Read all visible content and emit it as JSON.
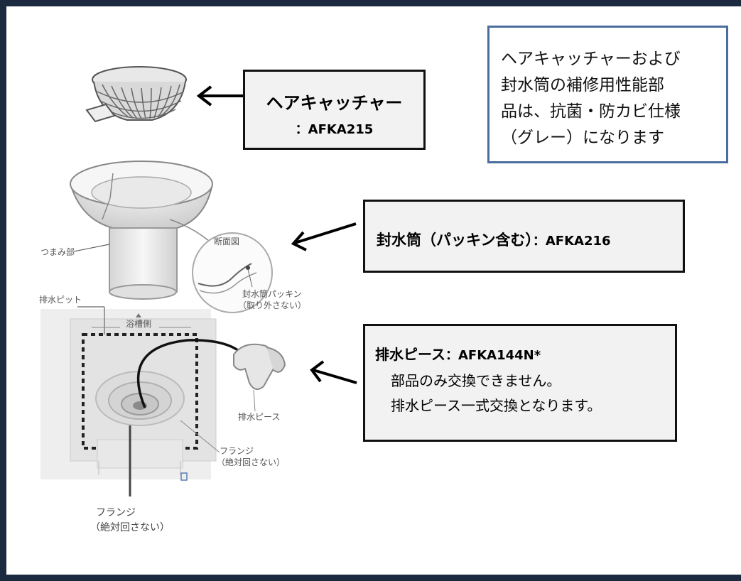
{
  "note": {
    "lines": [
      "ヘアキャッチャーおよび",
      "封水筒の補修用性能部",
      "品は、抗菌・防カビ仕様",
      "（グレー）になります"
    ]
  },
  "parts": {
    "hair_catcher": {
      "name": "ヘアキャッチャー",
      "code": "：AFKA215"
    },
    "sealing_cylinder": {
      "name": "封水筒（パッキン含む）",
      "code": "：AFKA216"
    },
    "drain_piece": {
      "name": "排水ピース",
      "code": "：AFKA144N*",
      "notes": [
        "部品のみ交換できません。",
        "排水ピース一式交換となります。"
      ]
    }
  },
  "diagram_labels": {
    "knob": "つまみ部",
    "section_view": "断面図",
    "packing_line1": "封水筒パッキン",
    "packing_line2": "（取り外さない）",
    "drain_pit": "排水ピット",
    "tub_side": "浴槽側",
    "drain_piece": "排水ピース",
    "flange_inner_1": "フランジ",
    "flange_inner_2": "（絶対回さない）",
    "flange_bottom_1": "フランジ",
    "flange_bottom_2": "（絶対回さない）"
  },
  "colors": {
    "frame": "#1b2a3f",
    "note_border": "#4a6c9e",
    "box_fill": "#f2f2f2"
  }
}
